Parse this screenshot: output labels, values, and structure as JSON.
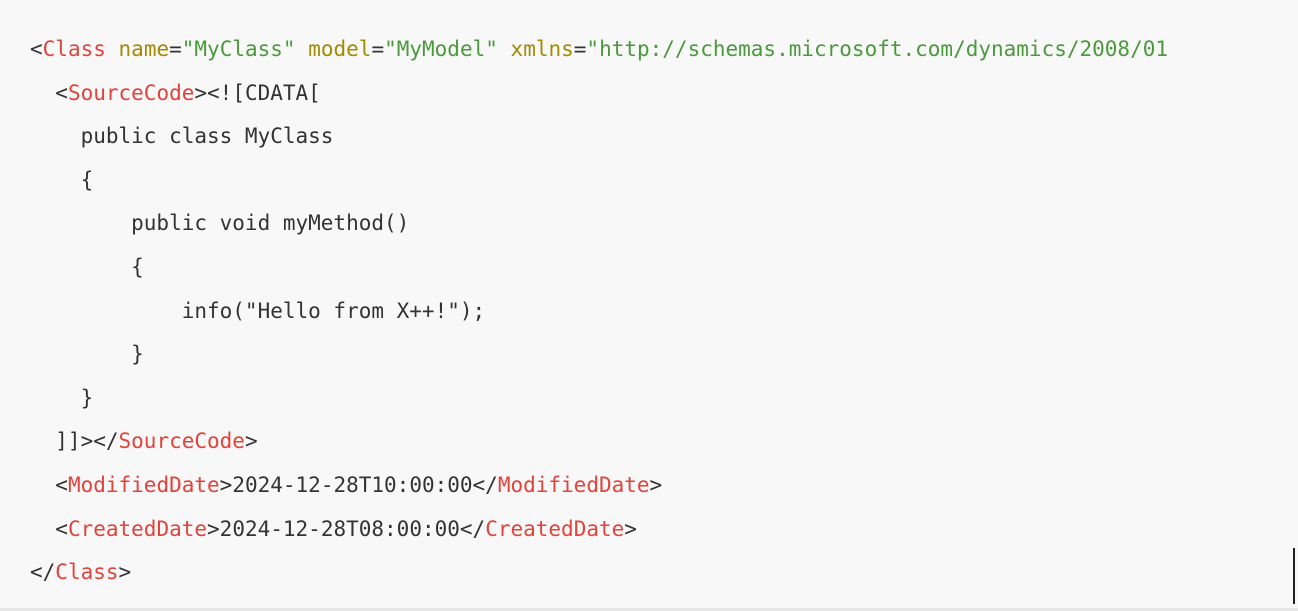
{
  "colors": {
    "background": "#f8f8f8",
    "tag": "#e3423b",
    "attribute": "#a38a00",
    "string": "#4a9a3b",
    "text": "#333333"
  },
  "code": {
    "language": "xml",
    "lines": [
      [
        {
          "t": "punct",
          "v": "<"
        },
        {
          "t": "tag",
          "v": "Class"
        },
        {
          "t": "text",
          "v": " "
        },
        {
          "t": "attr",
          "v": "name"
        },
        {
          "t": "punct",
          "v": "="
        },
        {
          "t": "string",
          "v": "\"MyClass\""
        },
        {
          "t": "text",
          "v": " "
        },
        {
          "t": "attr",
          "v": "model"
        },
        {
          "t": "punct",
          "v": "="
        },
        {
          "t": "string",
          "v": "\"MyModel\""
        },
        {
          "t": "text",
          "v": " "
        },
        {
          "t": "attr",
          "v": "xmlns"
        },
        {
          "t": "punct",
          "v": "="
        },
        {
          "t": "string",
          "v": "\"http://schemas.microsoft.com/dynamics/2008/01"
        }
      ],
      [
        {
          "t": "text",
          "v": "  "
        },
        {
          "t": "punct",
          "v": "<"
        },
        {
          "t": "tag",
          "v": "SourceCode"
        },
        {
          "t": "punct",
          "v": "><![CDATA["
        }
      ],
      [
        {
          "t": "text",
          "v": "    public class MyClass"
        }
      ],
      [
        {
          "t": "text",
          "v": "    {"
        }
      ],
      [
        {
          "t": "text",
          "v": "        public void myMethod()"
        }
      ],
      [
        {
          "t": "text",
          "v": "        {"
        }
      ],
      [
        {
          "t": "text",
          "v": "            info(\"Hello from X++!\");"
        }
      ],
      [
        {
          "t": "text",
          "v": "        }"
        }
      ],
      [
        {
          "t": "text",
          "v": "    }"
        }
      ],
      [
        {
          "t": "text",
          "v": "  ]]></"
        },
        {
          "t": "tag",
          "v": "SourceCode"
        },
        {
          "t": "punct",
          "v": ">"
        }
      ],
      [
        {
          "t": "text",
          "v": "  <"
        },
        {
          "t": "tag",
          "v": "ModifiedDate"
        },
        {
          "t": "punct",
          "v": ">"
        },
        {
          "t": "text",
          "v": "2024-12-28T10:00:00"
        },
        {
          "t": "punct",
          "v": "</"
        },
        {
          "t": "tag",
          "v": "ModifiedDate"
        },
        {
          "t": "punct",
          "v": ">"
        }
      ],
      [
        {
          "t": "text",
          "v": "  <"
        },
        {
          "t": "tag",
          "v": "CreatedDate"
        },
        {
          "t": "punct",
          "v": ">"
        },
        {
          "t": "text",
          "v": "2024-12-28T08:00:00"
        },
        {
          "t": "punct",
          "v": "</"
        },
        {
          "t": "tag",
          "v": "CreatedDate"
        },
        {
          "t": "punct",
          "v": ">"
        }
      ],
      [
        {
          "t": "punct",
          "v": "</"
        },
        {
          "t": "tag",
          "v": "Class"
        },
        {
          "t": "punct",
          "v": ">"
        }
      ]
    ]
  }
}
